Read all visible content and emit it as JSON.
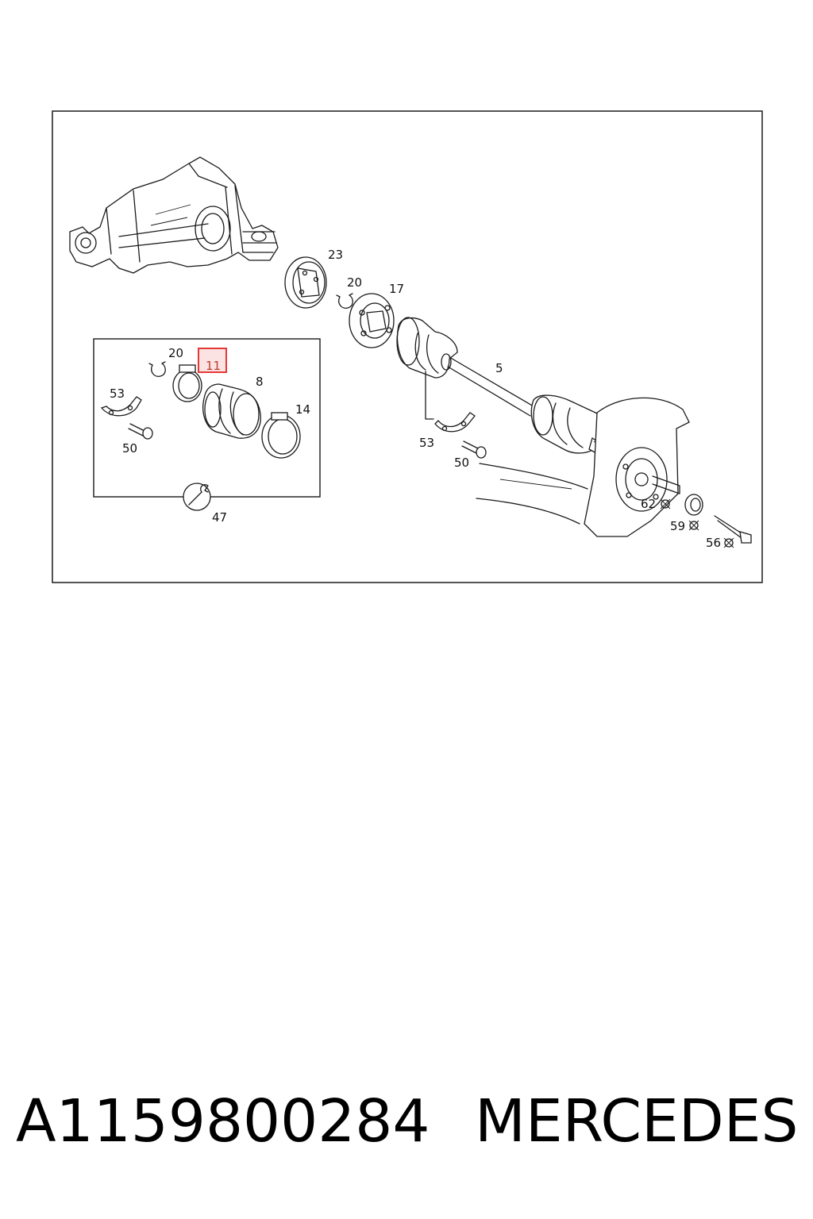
{
  "parts": {
    "p23": "23",
    "p20a": "20",
    "p17": "17",
    "p5": "5",
    "p20b": "20",
    "p11": "11",
    "p8": "8",
    "p53a": "53",
    "p14": "14",
    "p50a": "50",
    "p47": "47",
    "p53b": "53",
    "p50b": "50",
    "p62": "62",
    "p59": "59",
    "p56": "56"
  },
  "highlight_part": "11",
  "highlight_color": "#e53935",
  "caption": {
    "part_number": "A1159800284",
    "brand": "MERCEDES"
  }
}
